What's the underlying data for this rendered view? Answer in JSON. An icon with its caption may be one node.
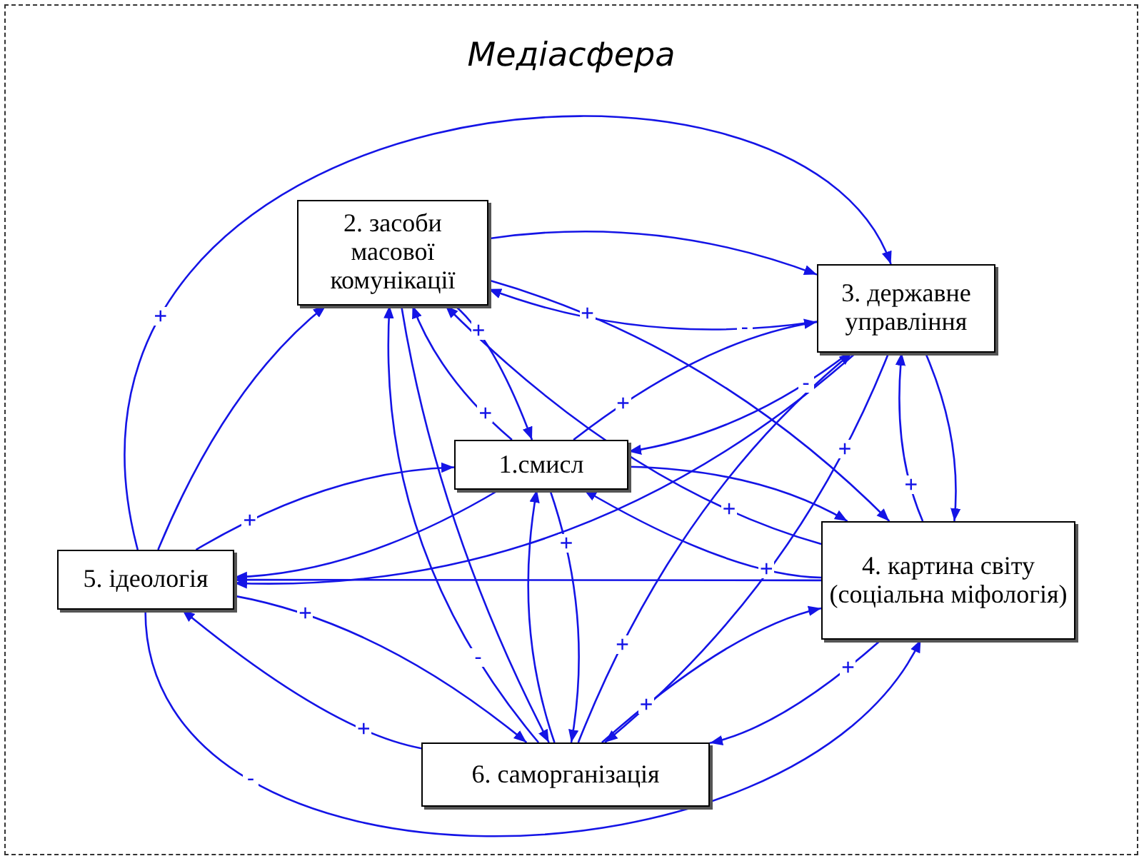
{
  "diagram": {
    "nodes": [
      {
        "text": [
          "Медіасфера"
        ]
      },
      {
        "text": [
          "1.смисл"
        ],
        "in": 0
      },
      {
        "text": [
          "2. засоби масової комунікації"
        ],
        "in": 0
      },
      {
        "text": [
          "3. державне управління"
        ],
        "in": 0
      },
      {
        "text": [
          "4. картина світу (соціальна міфологія)"
        ],
        "in": 0
      },
      {
        "text": [
          "5. ідеологія"
        ],
        "in": 0
      },
      {
        "text": [
          "6. саморганізація"
        ],
        "in": 0
      }
    ],
    "edges": [
      {
        "from": 3,
        "to": 2,
        "arrow": "to",
        "label": "-"
      },
      {
        "from": 2,
        "to": 3,
        "arrow": "to"
      },
      {
        "from": 2,
        "to": 4,
        "arrow": "to",
        "label": "+"
      },
      {
        "from": 4,
        "to": 2,
        "arrow": "to",
        "label": "+"
      },
      {
        "from": 2,
        "to": 1,
        "arrow": "to",
        "label": "+"
      },
      {
        "from": 1,
        "to": 2,
        "arrow": "to",
        "label": "+"
      },
      {
        "from": 5,
        "to": 2,
        "arrow": "to"
      },
      {
        "from": 6,
        "to": 2,
        "arrow": "to",
        "label": "-"
      },
      {
        "from": 2,
        "to": 6,
        "arrow": "to"
      },
      {
        "from": 1,
        "to": 3,
        "arrow": "to",
        "label": "+"
      },
      {
        "from": 3,
        "to": 1,
        "arrow": "to",
        "label": "-"
      },
      {
        "from": 1,
        "to": 4,
        "arrow": "to"
      },
      {
        "from": 4,
        "to": 1,
        "arrow": "to",
        "label": "+"
      },
      {
        "from": 1,
        "to": 5,
        "arrow": "to"
      },
      {
        "from": 5,
        "to": 1,
        "arrow": "to",
        "label": "+"
      },
      {
        "from": 1,
        "to": 6,
        "arrow": "to",
        "label": "+"
      },
      {
        "from": 6,
        "to": 1,
        "arrow": "to"
      },
      {
        "from": 3,
        "to": 4,
        "arrow": "to"
      },
      {
        "from": 4,
        "to": 3,
        "arrow": "to",
        "label": "+"
      },
      {
        "from": 3,
        "to": 5,
        "arrow": "to"
      },
      {
        "from": 4,
        "to": 5,
        "arrow": "to"
      },
      {
        "from": 3,
        "to": 6,
        "arrow": "to",
        "label": "+"
      },
      {
        "from": 6,
        "to": 3,
        "arrow": "to",
        "label": "+"
      },
      {
        "from": 4,
        "to": 6,
        "arrow": "to",
        "label": "+"
      },
      {
        "from": 6,
        "to": 4,
        "arrow": "to",
        "label": "+"
      },
      {
        "from": 5,
        "to": 6,
        "arrow": "to",
        "label": "+"
      },
      {
        "from": 6,
        "to": 5,
        "arrow": "to",
        "label": "+"
      },
      {
        "from": 5,
        "to": 3,
        "arrow": "to",
        "label": "+"
      },
      {
        "from": 5,
        "to": 4,
        "arrow": "to",
        "label": "-"
      }
    ]
  }
}
